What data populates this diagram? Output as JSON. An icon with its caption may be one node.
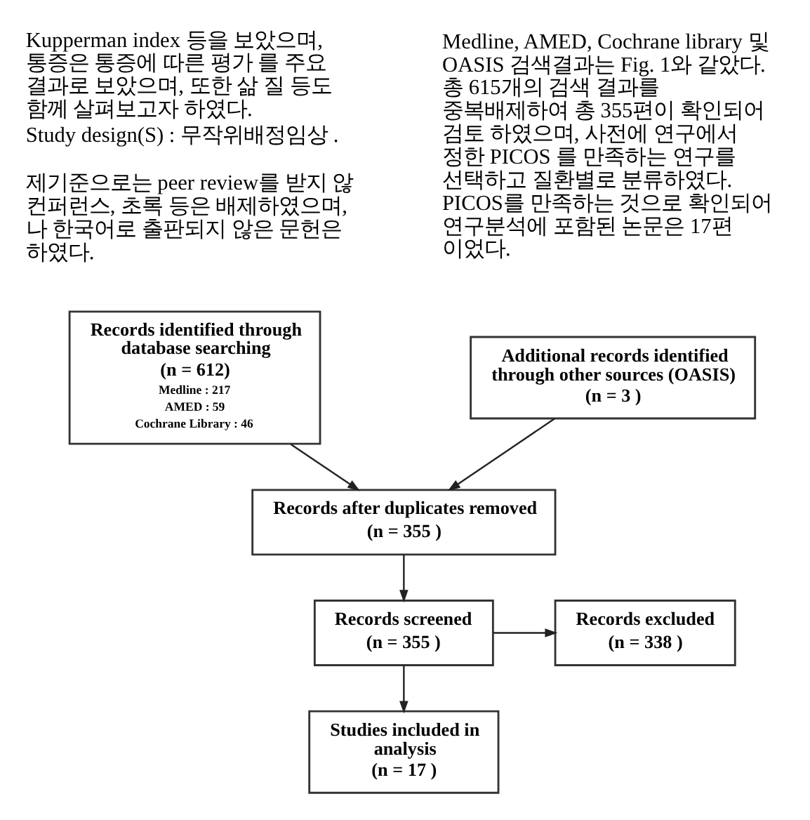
{
  "diagram": {
    "nodes": [
      {
        "text": [
          "Records identified through database searching",
          "(n = 612)",
          "Medline : 217",
          "AMED : 59",
          "Cochrane Library : 46"
        ]
      },
      {
        "text": [
          "Additional records identified through other sources (OASIS)",
          "(n = 3 )"
        ]
      },
      {
        "text": [
          "Records after duplicates removed",
          "(n = 355 )"
        ]
      },
      {
        "text": [
          "Records screened",
          "(n = 355 )"
        ]
      },
      {
        "text": [
          "Records excluded",
          "(n = 338 )"
        ]
      },
      {
        "text": [
          "Studies included in analysis",
          "(n = 17 )"
        ]
      }
    ],
    "edges": [
      {
        "from": 0,
        "to": 2,
        "arrow": "to"
      },
      {
        "from": 1,
        "to": 2,
        "arrow": "to"
      },
      {
        "from": 2,
        "to": 3,
        "arrow": "to"
      },
      {
        "from": 3,
        "to": 4,
        "arrow": "to"
      },
      {
        "from": 3,
        "to": 5,
        "arrow": "to"
      }
    ],
    "labels": [
      "Kupperman index 등을 보았으며, 통증은 통증에 따른 평가 를 주요 결과로 보았으며, 또한 삶 질 등도 함께 살펴보고자 하였다.",
      "Study design(S) : 무작위배정임상 .",
      "제기준으로는 peer review를 받지 않 컨퍼런스, 초록 등은 배제하였으며, 나 한국어로 출판되지 않은 문헌은 하였다.",
      "Medline, AMED, Cochrane library 및 OASIS 검색결과는 Fig. 1와 같았다. 총 615개의 검색 결과를 중복배제하여 총 355편이 확인되어 검토 하였으며, 사전에 연구에서 정한 PICOS 를 만족하는 연구를 선택하고 질환별로 분류하였다. PICOS를 만족하는 것으로 확인되어 연구분석에 포함된 논문은 17편 이었다."
    ]
  }
}
